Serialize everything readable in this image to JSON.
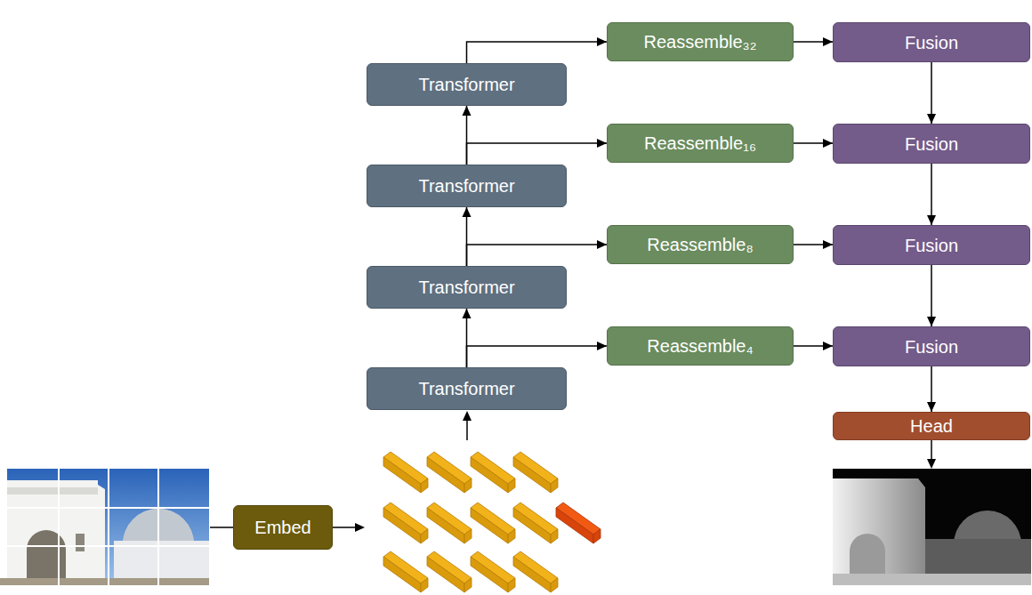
{
  "diagram": {
    "nodes": [
      {
        "text": [
          "Embed"
        ]
      },
      {
        "text": [
          "Transformer"
        ]
      },
      {
        "text": [
          "Transformer"
        ]
      },
      {
        "text": [
          "Transformer"
        ]
      },
      {
        "text": [
          "Transformer"
        ]
      },
      {
        "text": [
          "Reassemble₄"
        ]
      },
      {
        "text": [
          "Reassemble₈"
        ]
      },
      {
        "text": [
          "Reassemble₁₆"
        ]
      },
      {
        "text": [
          "Reassemble₃₂"
        ]
      },
      {
        "text": [
          "Fusion"
        ]
      },
      {
        "text": [
          "Fusion"
        ]
      },
      {
        "text": [
          "Fusion"
        ]
      },
      {
        "text": [
          "Fusion"
        ]
      },
      {
        "text": [
          "Head"
        ]
      }
    ],
    "edges": [
      {
        "from": 1,
        "to": 2,
        "arrow": "to"
      },
      {
        "from": 2,
        "to": 3,
        "arrow": "to"
      },
      {
        "from": 3,
        "to": 4,
        "arrow": "to"
      },
      {
        "from": 1,
        "to": 5,
        "arrow": "to"
      },
      {
        "from": 2,
        "to": 6,
        "arrow": "to"
      },
      {
        "from": 3,
        "to": 7,
        "arrow": "to"
      },
      {
        "from": 4,
        "to": 8,
        "arrow": "to"
      },
      {
        "from": 8,
        "to": 9,
        "arrow": "to"
      },
      {
        "from": 7,
        "to": 10,
        "arrow": "to"
      },
      {
        "from": 6,
        "to": 11,
        "arrow": "to"
      },
      {
        "from": 5,
        "to": 12,
        "arrow": "to"
      },
      {
        "from": 9,
        "to": 10,
        "arrow": "to"
      },
      {
        "from": 10,
        "to": 11,
        "arrow": "to"
      },
      {
        "from": 11,
        "to": 12,
        "arrow": "to"
      },
      {
        "from": 12,
        "to": 13,
        "arrow": "to"
      }
    ]
  }
}
